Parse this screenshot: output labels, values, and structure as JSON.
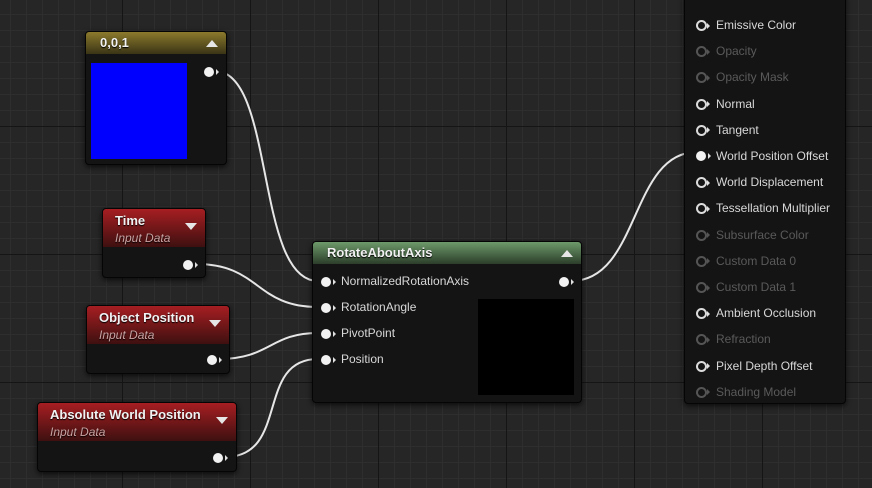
{
  "const_node": {
    "title": "0,0,1",
    "swatch_color": "#0000ff"
  },
  "time_node": {
    "title": "Time",
    "subtitle": "Input Data"
  },
  "object_position_node": {
    "title": "Object Position",
    "subtitle": "Input Data"
  },
  "absolute_world_position_node": {
    "title": "Absolute World Position",
    "subtitle": "Input Data"
  },
  "rotate_node": {
    "title": "RotateAboutAxis",
    "inputs": [
      "NormalizedRotationAxis",
      "RotationAngle",
      "PivotPoint",
      "Position"
    ]
  },
  "material_node": {
    "pins": [
      {
        "label": "Emissive Color",
        "enabled": true
      },
      {
        "label": "Opacity",
        "enabled": false
      },
      {
        "label": "Opacity Mask",
        "enabled": false
      },
      {
        "label": "Normal",
        "enabled": true
      },
      {
        "label": "Tangent",
        "enabled": true
      },
      {
        "label": "World Position Offset",
        "enabled": true
      },
      {
        "label": "World Displacement",
        "enabled": true
      },
      {
        "label": "Tessellation Multiplier",
        "enabled": true
      },
      {
        "label": "Subsurface Color",
        "enabled": false
      },
      {
        "label": "Custom Data 0",
        "enabled": false
      },
      {
        "label": "Custom Data 1",
        "enabled": false
      },
      {
        "label": "Ambient Occlusion",
        "enabled": true
      },
      {
        "label": "Refraction",
        "enabled": false
      },
      {
        "label": "Pixel Depth Offset",
        "enabled": true
      },
      {
        "label": "Shading Model",
        "enabled": false
      }
    ]
  },
  "colors": {
    "wire": "#e6e6e6",
    "pin": "#f2f2f2"
  }
}
